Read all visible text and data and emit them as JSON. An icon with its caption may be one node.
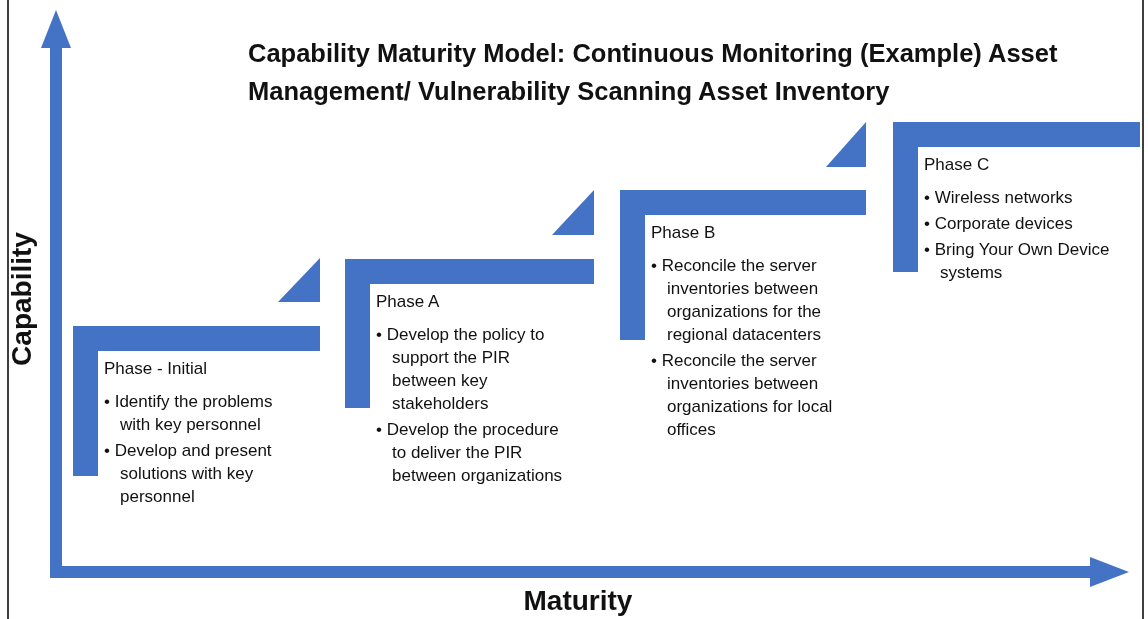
{
  "diagram": {
    "title": "Capability Maturity Model: Continuous Monitoring (Example) Asset Management/ Vulnerability Scanning Asset Inventory",
    "nodes": [
      {
        "text": [
          "Phase - Initial",
          "• Identify the problems with key personnel",
          "• Develop and present solutions with key personnel"
        ]
      },
      {
        "text": [
          "Phase A",
          "• Develop the policy to support the PIR between key stakeholders",
          "• Develop the procedure to deliver the PIR between organizations"
        ]
      },
      {
        "text": [
          "Phase B",
          "• Reconcile the server inventories between organizations for the regional datacenters",
          "• Reconcile the server inventories between organizations for local offices"
        ]
      },
      {
        "text": [
          "Phase C",
          "• Wireless networks",
          "• Corporate devices",
          "• Bring Your Own Device systems"
        ]
      }
    ],
    "labels": [
      "Capability",
      "Maturity"
    ]
  }
}
